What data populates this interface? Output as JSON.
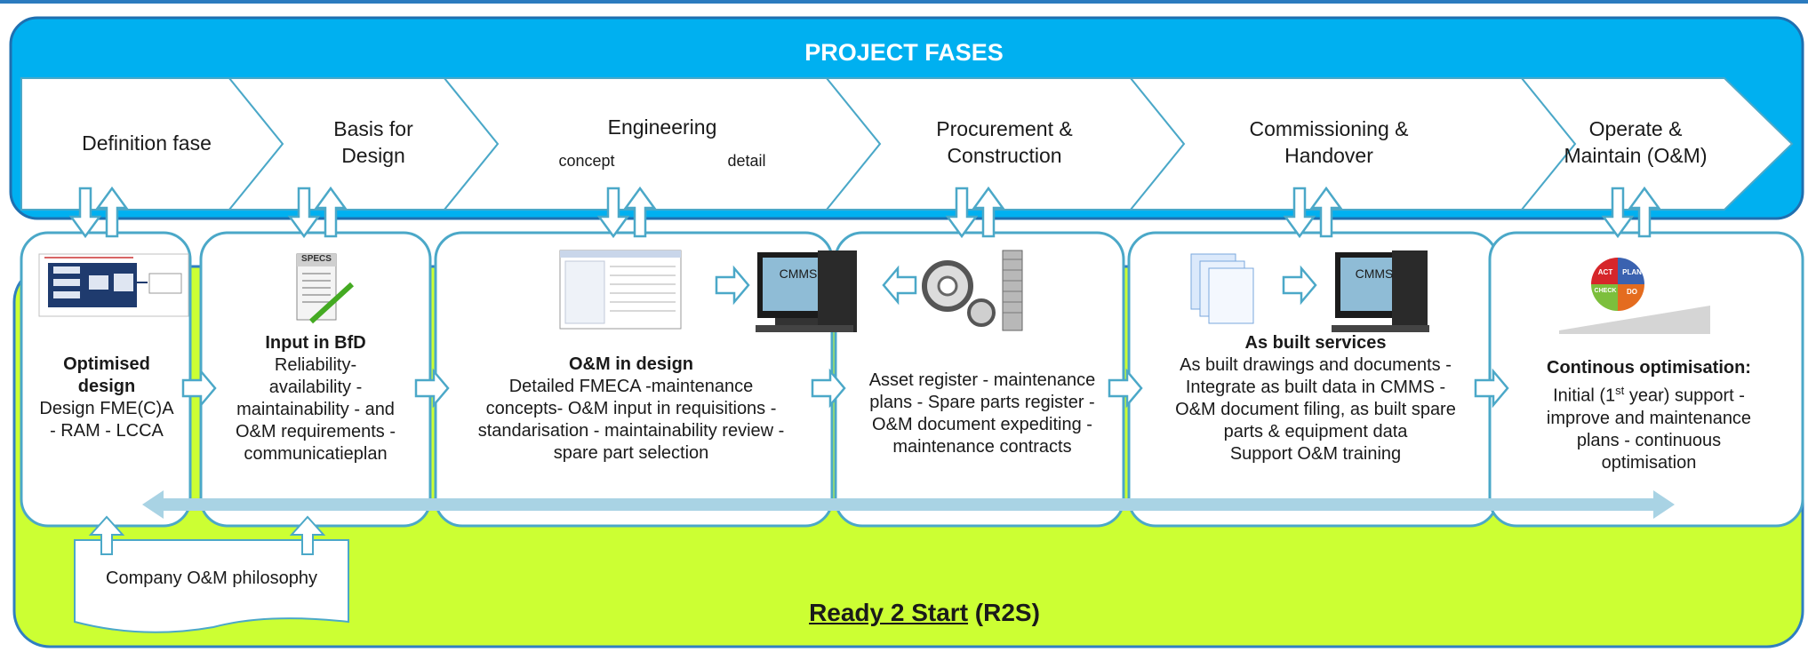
{
  "header": {
    "title": "PROJECT FASES"
  },
  "phases": [
    {
      "label": "Definition fase"
    },
    {
      "label": "Basis for\nDesign"
    },
    {
      "label": "Engineering",
      "sub_left": "concept",
      "sub_right": "detail"
    },
    {
      "label": "Procurement &\nConstruction"
    },
    {
      "label": "Commissioning &\nHandover"
    },
    {
      "label": "Operate &\nMaintain (O&M)"
    }
  ],
  "cards": [
    {
      "title": "Optimised\ndesign",
      "body": "Design FME(C)A\n- RAM  - LCCA"
    },
    {
      "title": "Input in BfD",
      "body": "Reliability-\navailability -\nmaintainability - and\nO&M requirements -\ncommunicatieplan"
    },
    {
      "title": "O&M in design",
      "body": "Detailed FMECA -maintenance\nconcepts- O&M input in requisitions -\nstandarisation - maintainability review -\nspare part selection"
    },
    {
      "title": "",
      "body": "Asset register - maintenance\nplans - Spare parts register -\nO&M document expediting -\nmaintenance contracts"
    },
    {
      "title": "As built services",
      "body": "As built drawings and documents -\nIntegrate  as built data in CMMS -\nO&M document filing, as built spare\nparts & equipment data\nSupport O&M training"
    },
    {
      "title": "Continous optimisation:",
      "body_pre": "Initial (1",
      "body_sup": "st",
      "body_post": " year) support -\nimprove and maintenance\nplans - continuous\noptimisation"
    }
  ],
  "icons": {
    "cmms_label": "CMMS",
    "specs_label": "SPECS",
    "pdca": {
      "act": "ACT",
      "plan": "PLAN",
      "check": "CHECK",
      "do": "DO"
    }
  },
  "philosophy": {
    "label": "Company O&M philosophy"
  },
  "footer": {
    "r2s_underlined": "Ready 2 Start",
    "r2s_suffix": " (R2S)"
  },
  "colors": {
    "blue": "#00b0f0",
    "lime": "#ccff33",
    "teal": "#4ba8c8",
    "bar": "#a9d3e4"
  }
}
